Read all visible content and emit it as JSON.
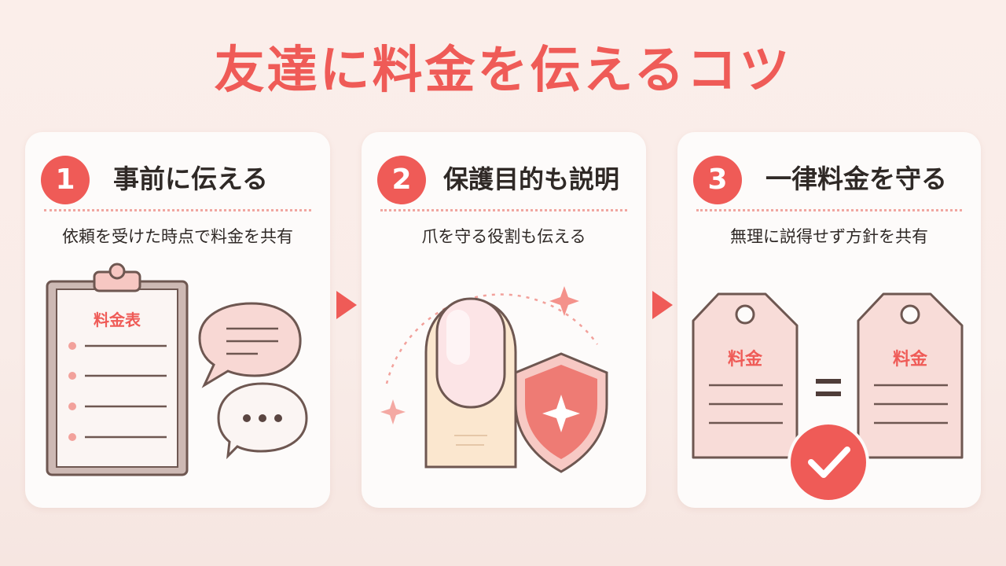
{
  "title": "友達に料金を伝えるコツ",
  "colors": {
    "accent": "#ef5b57",
    "card_bg": "#fdfbfa",
    "illustration_fill": "#f8dcd8",
    "line": "#6e5751"
  },
  "steps": [
    {
      "number": "1",
      "heading": "事前に伝える",
      "subtitle": "依頼を受けた時点で料金を共有",
      "illustration": {
        "icons": [
          "clipboard-icon",
          "speech-bubble-icon"
        ],
        "clipboard_label": "料金表"
      }
    },
    {
      "number": "2",
      "heading": "保護目的も説明",
      "subtitle": "爪を守る役割も伝える",
      "illustration": {
        "icons": [
          "finger-nail-icon",
          "shield-icon",
          "sparkle-icon"
        ]
      }
    },
    {
      "number": "3",
      "heading": "一律料金を守る",
      "subtitle": "無理に説得せず方針を共有",
      "illustration": {
        "icons": [
          "price-tag-icon",
          "equals-icon",
          "checkmark-icon"
        ],
        "tag_label": "料金"
      }
    }
  ]
}
